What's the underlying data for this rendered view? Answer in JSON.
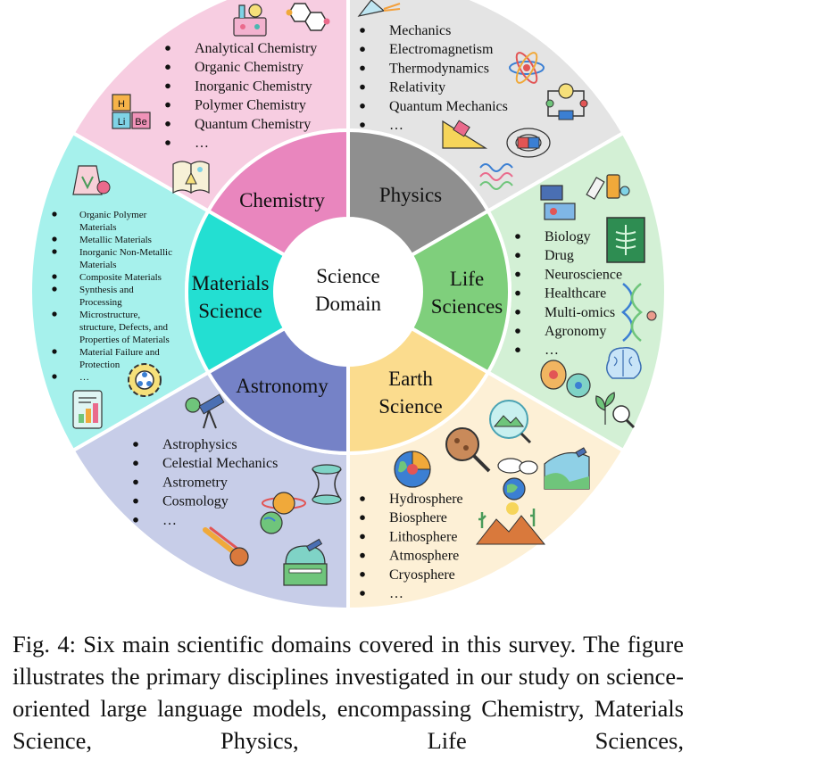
{
  "diagram": {
    "center_label_lines": [
      "Science",
      "Domain"
    ],
    "segments": [
      {
        "id": "chemistry",
        "label_lines": [
          "Chemistry"
        ],
        "inner_color": "#e986be",
        "outer_color": "#f7cde1",
        "items": [
          "Analytical Chemistry",
          "Organic Chemistry",
          "Inorganic Chemistry",
          "Polymer Chemistry",
          "Quantum Chemistry",
          "…"
        ],
        "icons": [
          "chemistry-lab-icon",
          "hexagon-molecule-icon",
          "periodic-elements-icon",
          "open-book-icon"
        ]
      },
      {
        "id": "physics",
        "label_lines": [
          "Physics"
        ],
        "inner_color": "#8f8f8f",
        "outer_color": "#e4e4e4",
        "items": [
          "Mechanics",
          "Electromagnetism",
          "Thermodynamics",
          "Relativity",
          "Quantum Mechanics",
          "…"
        ],
        "icons": [
          "prism-icon",
          "atom-icon",
          "circuit-bulb-icon",
          "inclined-plane-icon",
          "magnet-field-icon",
          "wave-icon"
        ]
      },
      {
        "id": "life-sciences",
        "label_lines": [
          "Life",
          "Sciences"
        ],
        "inner_color": "#7fcf7c",
        "outer_color": "#d3f0d5",
        "items": [
          "Biology",
          "Drug",
          "Neuroscience",
          "Healthcare",
          "Multi-omics",
          "Agronomy",
          "…"
        ],
        "icons": [
          "syringe-pills-icon",
          "microscope-icon",
          "xray-icon",
          "dna-icon",
          "brain-icon",
          "cells-icon",
          "plant-search-icon"
        ]
      },
      {
        "id": "earth-science",
        "label_lines": [
          "Earth",
          "Science"
        ],
        "inner_color": "#fbdc8e",
        "outer_color": "#fdf0d6",
        "items": [
          "Hydrosphere",
          "Biosphere",
          "Lithosphere",
          "Atmosphere",
          "Cryosphere",
          "…"
        ],
        "icons": [
          "earth-layers-icon",
          "soil-magnifier-icon",
          "landscape-search-icon",
          "clouds-earth-icon",
          "satellite-earth-icon",
          "desert-icon"
        ]
      },
      {
        "id": "astronomy",
        "label_lines": [
          "Astronomy"
        ],
        "inner_color": "#7582c7",
        "outer_color": "#c7cde8",
        "items": [
          "Astrophysics",
          "Celestial Mechanics",
          "Astrometry",
          "Cosmology",
          "…"
        ],
        "icons": [
          "telescope-icon",
          "planets-icon",
          "wormhole-icon",
          "meteor-icon",
          "observatory-icon"
        ]
      },
      {
        "id": "materials-science",
        "label_lines": [
          "Materials",
          "Science"
        ],
        "inner_color": "#23dfd2",
        "outer_color": "#a6f1ec",
        "items": [
          "Organic Polymer Materials",
          "Metallic Materials",
          "Inorganic Non-Metallic Materials",
          "Composite Materials",
          "Synthesis and Processing",
          "Microstructure, structure, Defects, and Properties of Materials",
          "Material Failure and Protection",
          "…"
        ],
        "items_wrapped": [
          [
            "Organic Polymer",
            "Materials"
          ],
          [
            "Metallic Materials"
          ],
          [
            "Inorganic Non-Metallic",
            "Materials"
          ],
          [
            "Composite Materials"
          ],
          [
            "Synthesis and",
            "Processing"
          ],
          [
            "Microstructure,",
            "structure, Defects, and",
            "Properties of Materials"
          ],
          [
            "Material Failure and",
            "Protection"
          ],
          [
            "…"
          ]
        ],
        "icons": [
          "material-sack-icon",
          "gear-network-icon",
          "document-chart-icon"
        ]
      }
    ]
  },
  "caption": "Fig. 4: Six main scientific domains covered in this survey. The figure illustrates the primary disciplines investigated in our study on science-oriented large language models, encompassing Chemistry, Materials Science, Physics, Life Sciences,"
}
